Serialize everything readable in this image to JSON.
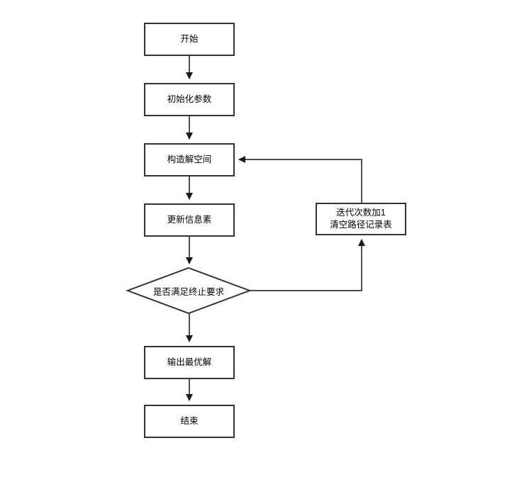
{
  "diagram": {
    "title": "ant-colony-algorithm-flowchart",
    "colors": {
      "stroke": "#333333",
      "arrow_fill": "#1a1a1a",
      "node_fill": "#ffffff",
      "text": "#000000",
      "background": "#ffffff"
    },
    "nodes": {
      "start": {
        "shape": "rect",
        "label": "开始"
      },
      "init": {
        "shape": "rect",
        "label": "初始化参数"
      },
      "construct": {
        "shape": "rect",
        "label": "构造解空间"
      },
      "update": {
        "shape": "rect",
        "label": "更新信息素"
      },
      "decision": {
        "shape": "diamond",
        "label": "是否满足终止要求"
      },
      "output": {
        "shape": "rect",
        "label": "输出最优解"
      },
      "end": {
        "shape": "rect",
        "label": "结束"
      },
      "loop": {
        "shape": "rect",
        "line1": "迭代次数加1",
        "line2": "清空路径记录表"
      }
    },
    "edges": [
      "start->init",
      "init->construct",
      "construct->update",
      "update->decision",
      "decision->output",
      "output->end",
      "decision->loop",
      "loop->construct"
    ]
  }
}
